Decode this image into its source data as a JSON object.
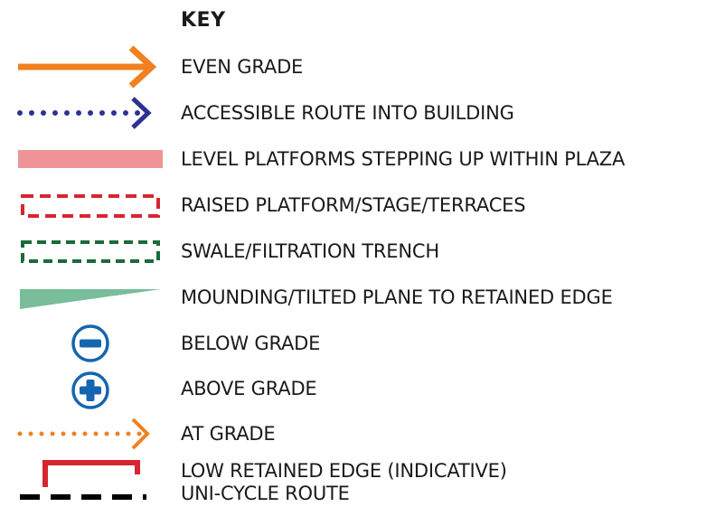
{
  "key": {
    "title": "KEY",
    "items": [
      {
        "id": "even-grade",
        "icon": "orange-solid-arrow",
        "label": "EVEN GRADE",
        "color": "#f08020"
      },
      {
        "id": "accessible-route",
        "icon": "blue-dotted-arrow",
        "label": "ACCESSIBLE ROUTE INTO BUILDING",
        "color": "#2e3192"
      },
      {
        "id": "level-platforms",
        "icon": "pink-bar",
        "label": "LEVEL PLATFORMS STEPPING UP WITHIN PLAZA",
        "color": "#ee9498"
      },
      {
        "id": "raised-platform",
        "icon": "red-dashed-box",
        "label": "RAISED PLATFORM/STAGE/TERRACES",
        "color": "#d7262e"
      },
      {
        "id": "swale",
        "icon": "green-dashed-box",
        "label": "SWALE/FILTRATION TRENCH",
        "color": "#1a6b3a"
      },
      {
        "id": "mounding",
        "icon": "green-wedge",
        "label": "MOUNDING/TILTED PLANE TO RETAINED EDGE",
        "color": "#79bd9a"
      },
      {
        "id": "below-grade",
        "icon": "minus-circle-icon",
        "label": "BELOW GRADE",
        "color": "#1565b0"
      },
      {
        "id": "above-grade",
        "icon": "plus-circle-icon",
        "label": "ABOVE GRADE",
        "color": "#1565b0"
      },
      {
        "id": "at-grade",
        "icon": "orange-dotted-arrow",
        "label": "AT GRADE",
        "color": "#f08020"
      },
      {
        "id": "low-retained-edge",
        "icon": "red-bracket",
        "label": "LOW RETAINED EDGE (INDICATIVE)",
        "color": "#d7262e"
      },
      {
        "id": "uni-cycle-route",
        "icon": "black-dashed-line",
        "label": "UNI-CYCLE ROUTE",
        "color": "#000000"
      }
    ]
  }
}
